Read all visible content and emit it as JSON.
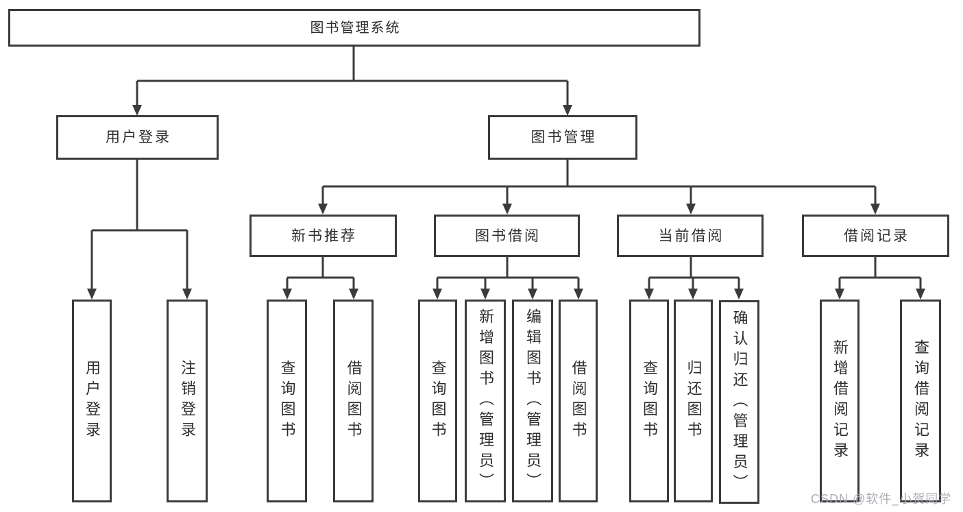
{
  "diagram": {
    "root": {
      "label": "图书管理系统"
    },
    "level2": [
      {
        "label": "用户登录"
      },
      {
        "label": "图书管理"
      }
    ],
    "level3": [
      {
        "label": "新书推荐"
      },
      {
        "label": "图书借阅"
      },
      {
        "label": "当前借阅"
      },
      {
        "label": "借阅记录"
      }
    ],
    "leafGroups": [
      {
        "items": [
          {
            "label": "用户登录"
          },
          {
            "label": "注销登录"
          }
        ]
      },
      {
        "items": [
          {
            "label": "查询图书"
          },
          {
            "label": "借阅图书"
          }
        ]
      },
      {
        "items": [
          {
            "label": "查询图书"
          },
          {
            "label": "新增图书（管理员）"
          },
          {
            "label": "编辑图书（管理员）"
          },
          {
            "label": "借阅图书"
          }
        ]
      },
      {
        "items": [
          {
            "label": "查询图书"
          },
          {
            "label": "归还图书"
          },
          {
            "label": "确认归还（管理员）"
          }
        ]
      },
      {
        "items": [
          {
            "label": "新增借阅记录"
          },
          {
            "label": "查询借阅记录"
          }
        ]
      }
    ]
  },
  "watermark": {
    "text": "CSDN @软件_小贺同学"
  },
  "colors": {
    "line": "#3b3b3b",
    "box_border": "#3b3b3b",
    "text": "#2d2d2d",
    "background": "#ffffff",
    "watermark": "#a6a6b1"
  }
}
